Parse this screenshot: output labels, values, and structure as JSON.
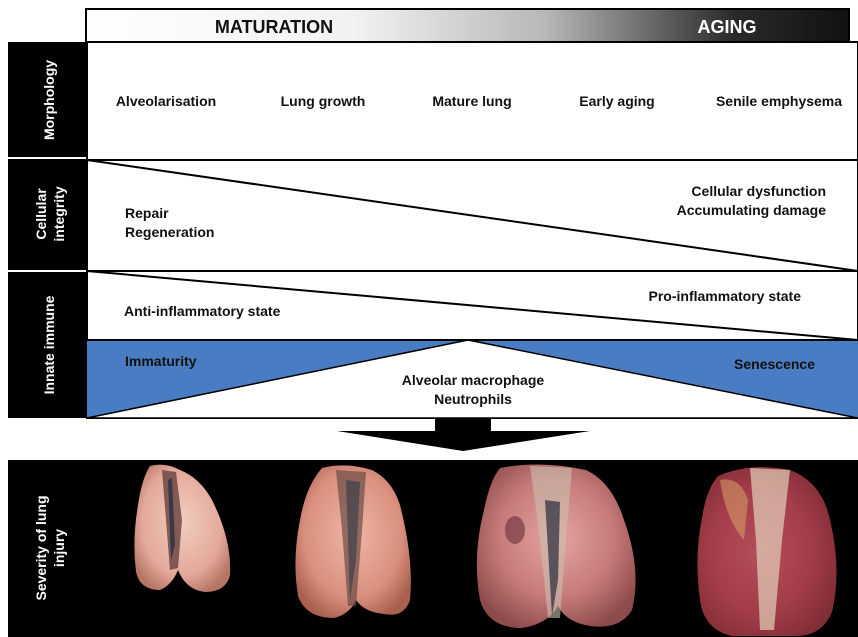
{
  "header": {
    "maturation": "MATURATION",
    "aging": "AGING"
  },
  "rows": {
    "morphology": {
      "label": "Morphology",
      "stages": [
        "Alveolarisation",
        "Lung growth",
        "Mature lung",
        "Early aging",
        "Senile emphysema"
      ]
    },
    "cellular_integrity": {
      "label_line1": "Cellular",
      "label_line2": "integrity",
      "left_line1": "Repair",
      "left_line2": "Regeneration",
      "right_line1": "Cellular dysfunction",
      "right_line2": "Accumulating damage"
    },
    "innate_immune": {
      "label": "Innate immune",
      "left_state": "Anti-inflammatory state",
      "right_state": "Pro-inflammatory state",
      "left_blue": "Immaturity",
      "right_blue": "Senescence",
      "center_line1": "Alveolar macrophage",
      "center_line2": "Neutrophils"
    },
    "severity": {
      "label_line1": "Severity of lung",
      "label_line2": "injury"
    }
  },
  "colors": {
    "label_panel": "#000000",
    "blue_fill": "#4a7cc4",
    "gradient_start": "#ffffff",
    "gradient_end": "#111111"
  }
}
